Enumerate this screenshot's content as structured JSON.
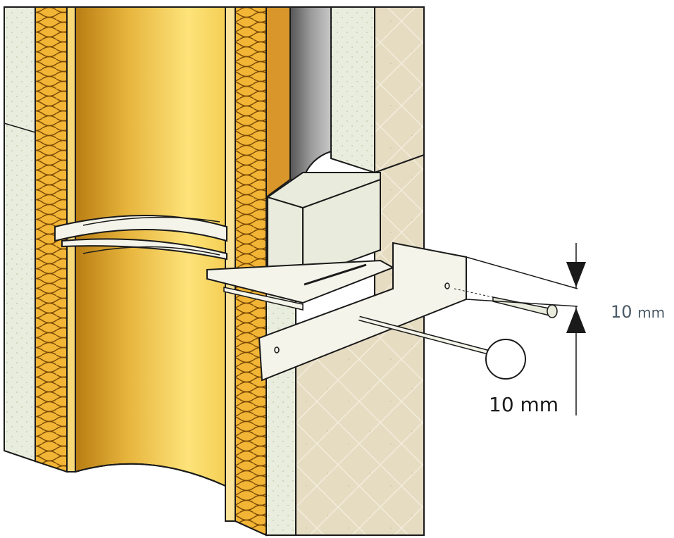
{
  "labels": {
    "dim_gap_value": "10",
    "dim_gap_unit": "mm",
    "dim_rod": "10 mm"
  },
  "colors": {
    "outline": "#1a1a1a",
    "flue_gold_dark": "#c98f1e",
    "flue_gold_light": "#fde37a",
    "insulation": "#f0b234",
    "plaster": "#e8ecdc",
    "masonry": "#e6dcc2",
    "metal": "#f4f4ea",
    "steel_grey": "#8a8a8a"
  }
}
